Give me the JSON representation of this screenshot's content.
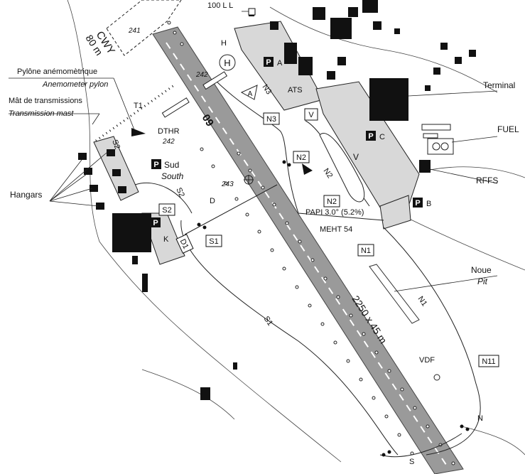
{
  "map": {
    "labels": {
      "ll100": "100 L L",
      "cwy": "CWY",
      "cwy_len": "80 m",
      "pylon_fr": "Pylône anémomètrique",
      "pylon_en": "Anemometer pylon",
      "mast_fr": "Mât de transmissions",
      "mast_en": "Transmission mast",
      "hangars": "Hangars",
      "t1": "T1",
      "dthr": "DTHR",
      "dthr_elev": "242",
      "elev_241": "241",
      "elev_242": "242",
      "elev_243": "243",
      "rwy_number": "09",
      "h": "H",
      "heli_h": "H",
      "ats": "ATS",
      "terminal": "Terminal",
      "fuel": "FUEL",
      "rffs": "RFFS",
      "v": "V",
      "papi": "PAPI 3.0° (5.2%)",
      "meht": "MEHT 54",
      "noue_fr": "Noue",
      "noue_en": "Pit",
      "rwy_dims": "2250 x 45 m",
      "vdf": "VDF",
      "d": "D",
      "k": "K",
      "s1": "S1",
      "s2": "S2",
      "n": "N",
      "s": "S",
      "n1": "N1",
      "n2": "N2",
      "n3": "N3",
      "sud_fr": "Sud",
      "sud_en": "South"
    },
    "boxes": {
      "n3": "N3",
      "v": "V",
      "n2_upper": "N2",
      "n2_lower": "N2",
      "n1": "N1",
      "n11": "N11",
      "s2": "S2",
      "d1": "D1",
      "s1": "S1"
    },
    "parking": {
      "letter": "P",
      "a": "A",
      "b": "B",
      "c": "C"
    },
    "triangle_a": "A"
  }
}
